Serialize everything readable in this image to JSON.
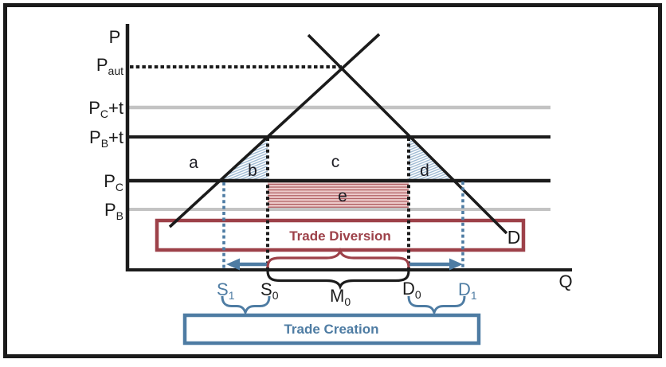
{
  "figure": {
    "axis": {
      "y_label": "P",
      "x_label": "Q"
    },
    "price_labels": [
      {
        "base": "P",
        "sub": "aut",
        "suffix": ""
      },
      {
        "base": "P",
        "sub": "C",
        "suffix": "+t"
      },
      {
        "base": "P",
        "sub": "B",
        "suffix": "+t"
      },
      {
        "base": "P",
        "sub": "C",
        "suffix": ""
      },
      {
        "base": "P",
        "sub": "B",
        "suffix": ""
      }
    ],
    "area_labels": {
      "a": "a",
      "b": "b",
      "c": "c",
      "d": "d",
      "e": "e"
    },
    "curves": {
      "demand_label": "D"
    },
    "quantity_labels": [
      {
        "base": "S",
        "sub": "1"
      },
      {
        "base": "S",
        "sub": "0"
      },
      {
        "base": "M",
        "sub": "0"
      },
      {
        "base": "D",
        "sub": "0"
      },
      {
        "base": "D",
        "sub": "1"
      }
    ],
    "boxes": {
      "trade_diversion": "Trade Diversion",
      "trade_creation": "Trade Creation"
    }
  },
  "colors": {
    "ink": "#1b1b1b",
    "gray-line": "#c3c3c3",
    "blue": "#4e7ca3",
    "blue-hatch": "#9db9d2",
    "red": "#9d4149",
    "red-hatch-bg": "#eccaca",
    "red-hatch-line": "#a85055"
  }
}
